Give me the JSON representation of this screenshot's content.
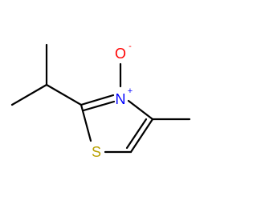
{
  "molecule": {
    "atoms": {
      "oxygen": {
        "symbol": "O",
        "charge": "-",
        "color": "#ff0000"
      },
      "nitrogen": {
        "symbol": "N",
        "charge": "+",
        "color": "#0000ff"
      },
      "sulfur": {
        "symbol": "S",
        "color": "#b8a000"
      }
    },
    "bond_color": "#000000"
  }
}
